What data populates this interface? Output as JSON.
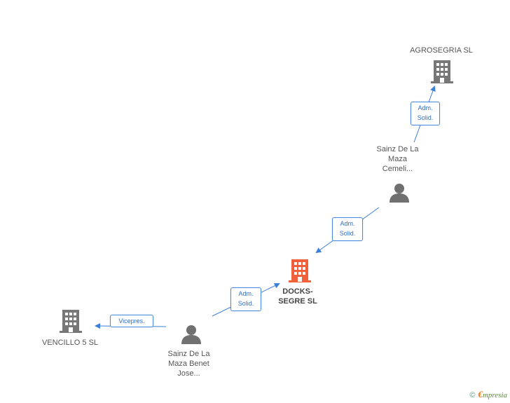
{
  "colors": {
    "edge": "#3b7fd8",
    "building_gray": "#777777",
    "building_main": "#f0603a",
    "person": "#707070"
  },
  "nodes": {
    "agrosegria": {
      "label": "AGROSEGRIA SL",
      "icon": "building-icon"
    },
    "person_cemeli": {
      "label": "Sainz De La\nMaza\nCemeli...",
      "icon": "person-icon"
    },
    "docks": {
      "label": "DOCKS-\nSEGRE SL",
      "icon": "building-icon"
    },
    "person_benet": {
      "label": "Sainz De La\nMaza Benet\nJose...",
      "icon": "person-icon"
    },
    "vencillo": {
      "label": "VENCILLO 5 SL",
      "icon": "building-icon"
    }
  },
  "edges": {
    "e1": {
      "label": "Adm.\nSolid."
    },
    "e2": {
      "label": "Adm.\nSolid."
    },
    "e3": {
      "label": "Adm.\nSolid."
    },
    "e4": {
      "label": "Vicepres."
    }
  },
  "watermark": {
    "symbol": "©",
    "brand_initial": "€",
    "brand_rest": "mpresia"
  }
}
